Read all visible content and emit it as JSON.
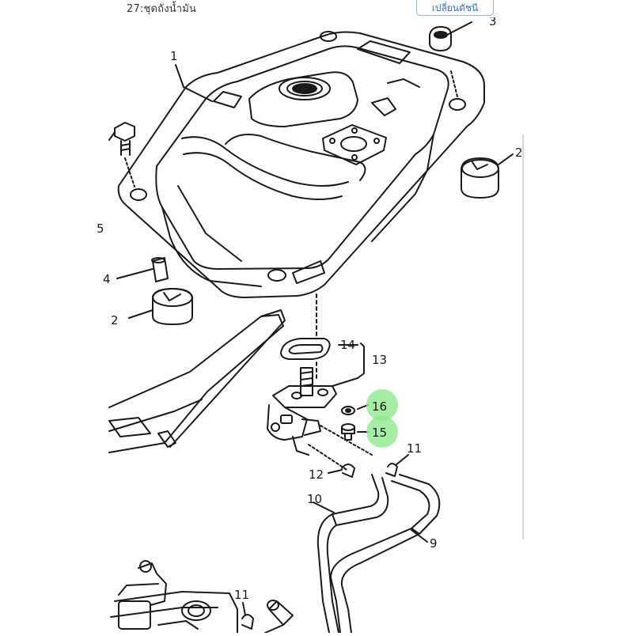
{
  "header": {
    "title": "27:ชุดถังน้ำมัน",
    "change_button": "เปลี่ยนดัชนี"
  },
  "diagram": {
    "labels": {
      "l1": "1",
      "l2a": "2",
      "l2b": "2",
      "l3": "3",
      "l4": "4",
      "l5": "5",
      "l9": "9",
      "l10": "10",
      "l11a": "11",
      "l11b": "11",
      "l12": "12",
      "l13": "13",
      "l14": "14",
      "l15": "15",
      "l16": "16"
    },
    "highlight_color": "#8ee88e",
    "line_color": "#1a1a1a"
  }
}
